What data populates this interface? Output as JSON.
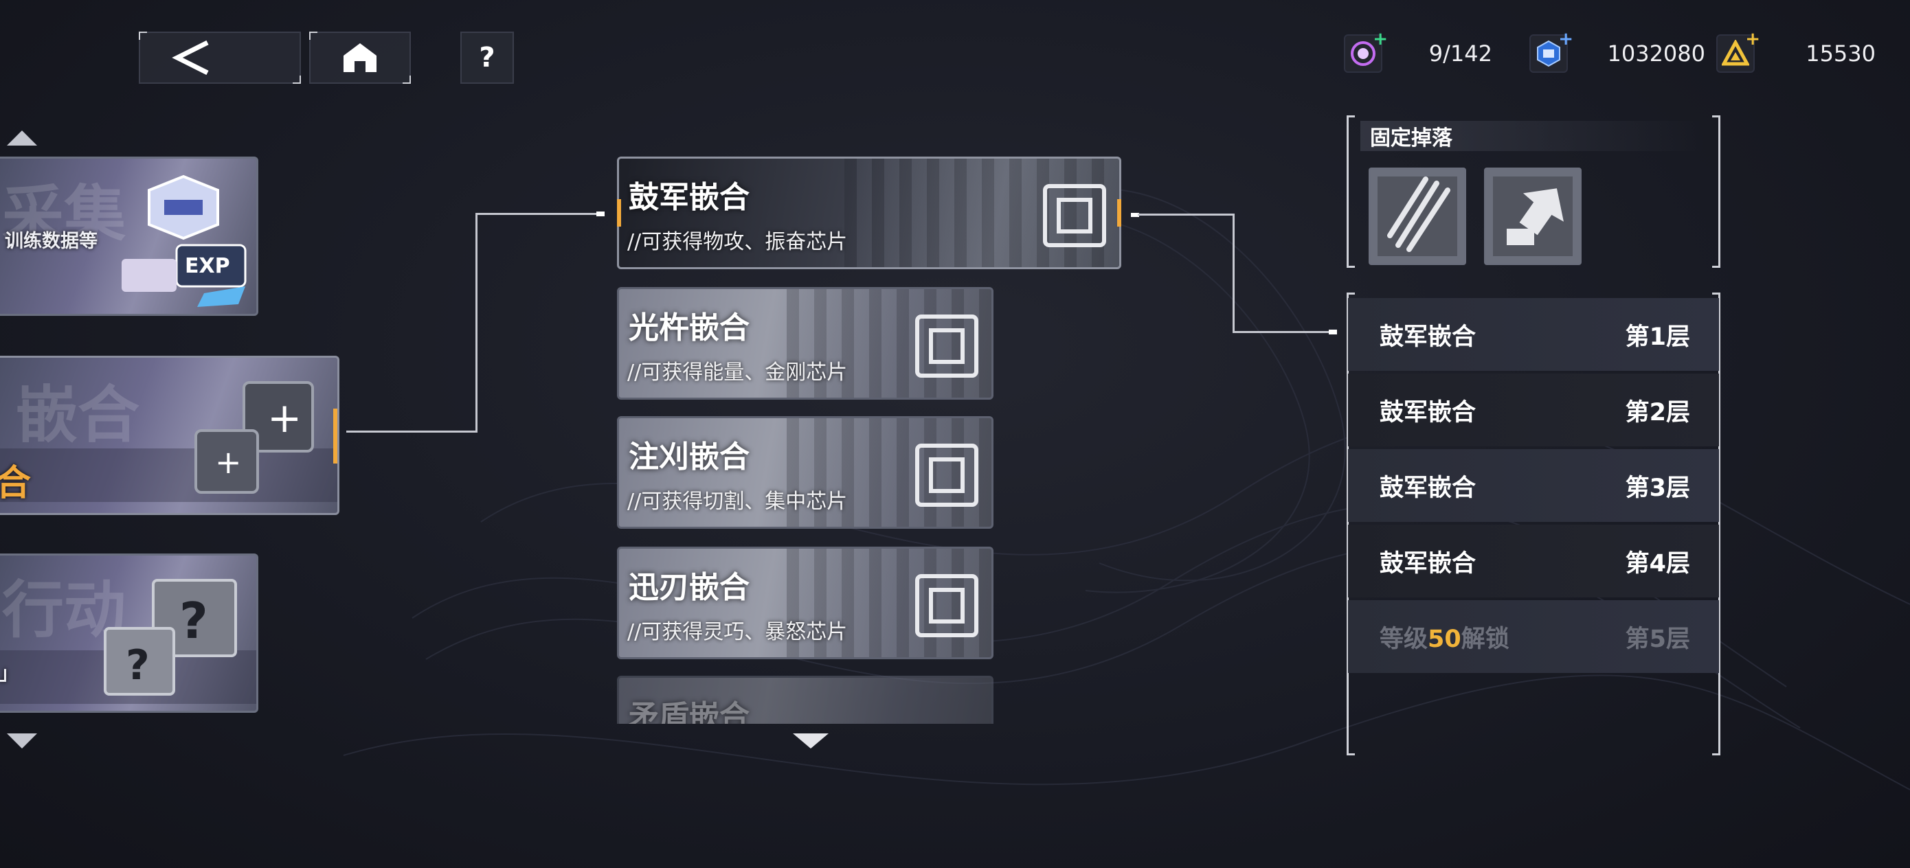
{
  "top_bar": {
    "back_icon": "back-arrow-icon",
    "home_icon": "home-icon",
    "help_label": "?"
  },
  "currencies": [
    {
      "icon": "energy-icon",
      "color": "#c36cf0",
      "plus_color": "#3bd98a",
      "value": "9/142"
    },
    {
      "icon": "chip-currency-icon",
      "color": "#6aa8ff",
      "plus_color": "#6aa8ff",
      "value": "1032080"
    },
    {
      "icon": "gold-triangle-icon",
      "color": "#f2c33b",
      "plus_color": "#f2c33b",
      "value": "15530"
    }
  ],
  "left_list": {
    "items": [
      {
        "big_text": "采集",
        "sub_text": "训练数据等"
      },
      {
        "big_text": "嵌合",
        "sub_text": "合"
      },
      {
        "big_text": "行动",
        "sub_text": "」"
      }
    ]
  },
  "mid_list": {
    "items": [
      {
        "title": "鼓军嵌合",
        "desc": "//可获得物攻、振奋芯片"
      },
      {
        "title": "光杵嵌合",
        "desc": "//可获得能量、金刚芯片"
      },
      {
        "title": "注刈嵌合",
        "desc": "//可获得切割、集中芯片"
      },
      {
        "title": "迅刃嵌合",
        "desc": "//可获得灵巧、暴怒芯片"
      },
      {
        "title": "矛盾嵌合",
        "desc": ""
      }
    ]
  },
  "drops": {
    "title": "固定掉落",
    "items": [
      {
        "icon": "claw-chip-icon"
      },
      {
        "icon": "arrow-chip-icon"
      }
    ]
  },
  "floors": [
    {
      "name": "鼓军嵌合",
      "floor": "第1层"
    },
    {
      "name": "鼓军嵌合",
      "floor": "第2层"
    },
    {
      "name": "鼓军嵌合",
      "floor": "第3层"
    },
    {
      "name": "鼓军嵌合",
      "floor": "第4层"
    },
    {
      "lock_prefix": "等级",
      "lock_level": "50",
      "lock_suffix": "解锁",
      "floor": "第5层"
    }
  ],
  "colors": {
    "accent_orange": "#f2a93b",
    "locked_text": "#6e717c",
    "level_highlight": "#f2b43a"
  }
}
